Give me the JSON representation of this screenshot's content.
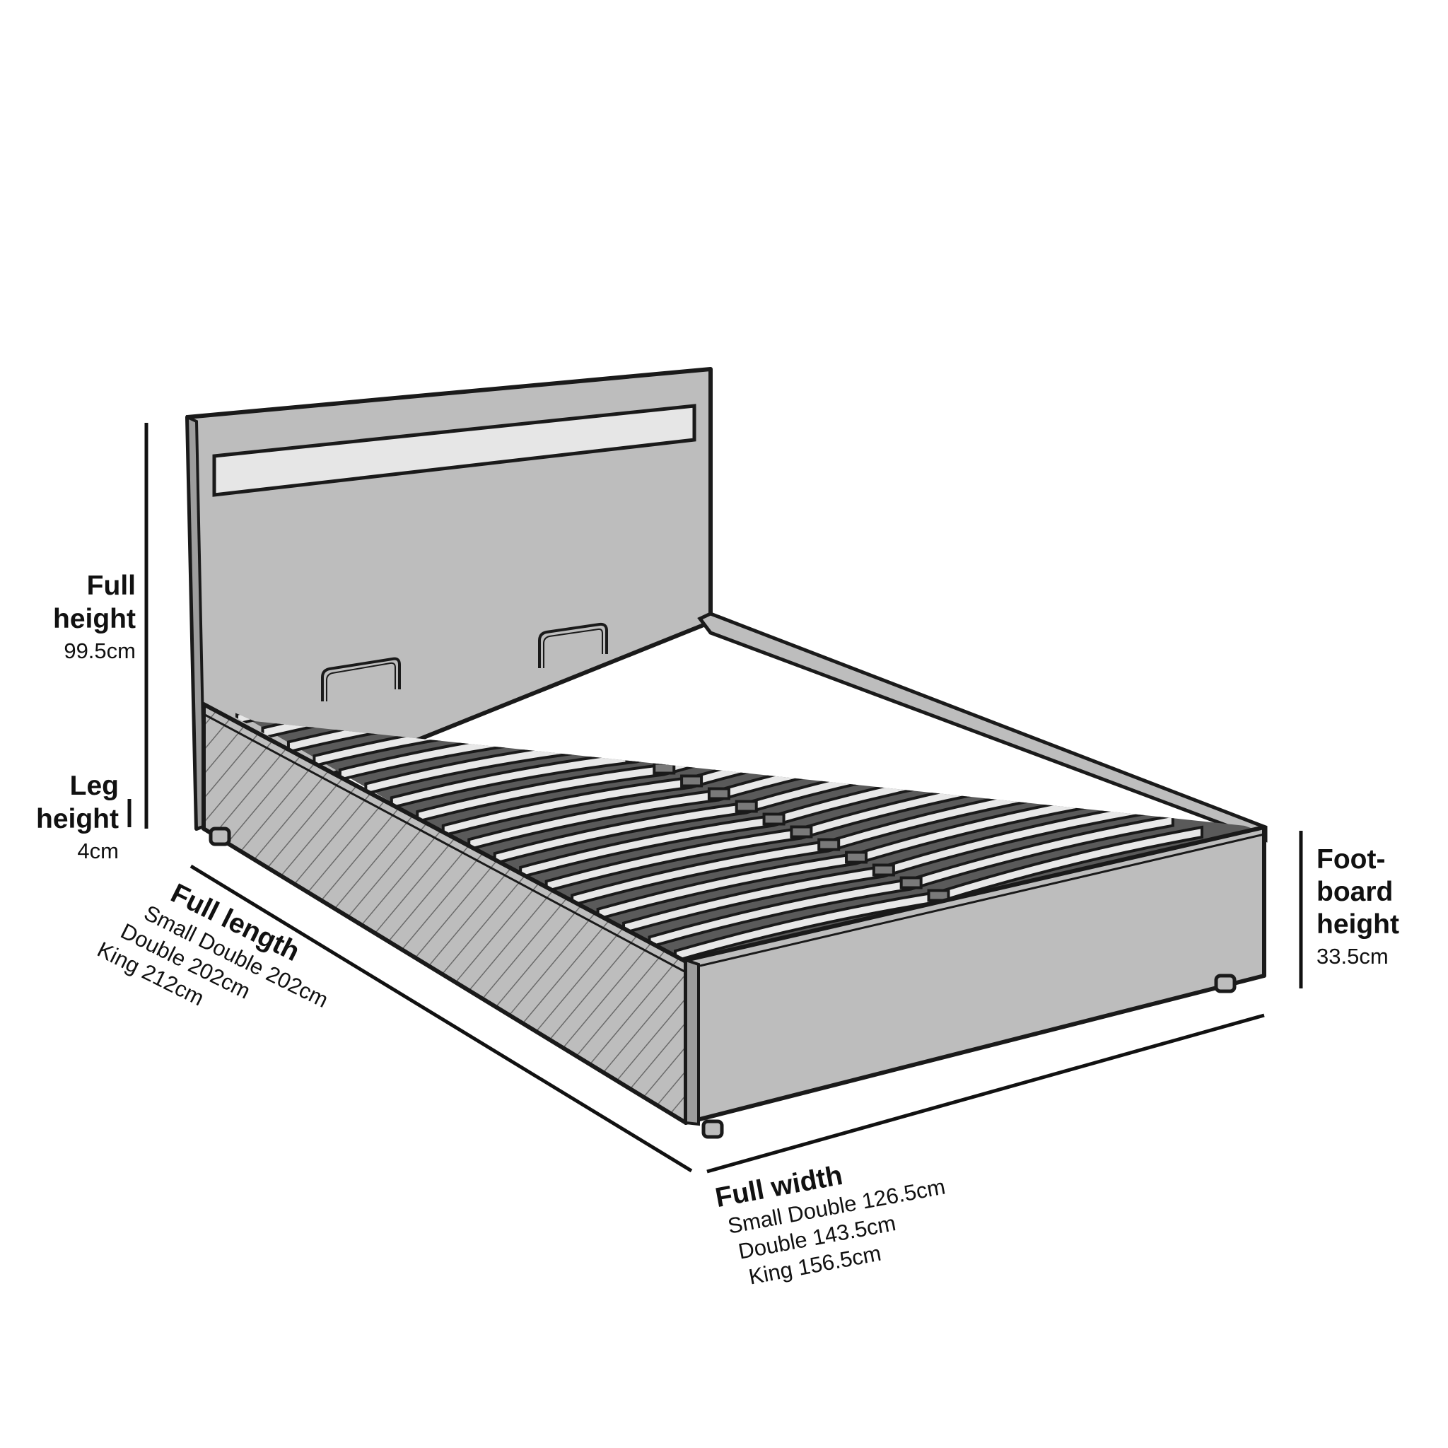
{
  "labels": {
    "full_height": {
      "title_line1": "Full",
      "title_line2": "height",
      "value": "99.5cm"
    },
    "leg_height": {
      "title_line1": "Leg",
      "title_line2": "height",
      "value": "4cm"
    },
    "full_length": {
      "title": "Full length",
      "values": [
        "Small Double 202cm",
        "Double 202cm",
        "King 212cm"
      ]
    },
    "full_width": {
      "title": "Full width",
      "values": [
        "Small Double 126.5cm",
        "Double 143.5cm",
        "King 156.5cm"
      ]
    },
    "footboard_height": {
      "title_line1": "Foot-",
      "title_line2": "board",
      "title_line3": "height",
      "value": "33.5cm"
    }
  },
  "colors": {
    "outline": "#1a1a1a",
    "upholstery": "#bdbdbd",
    "slat": "#e8e8e8",
    "light_strip": "#e6e6e6",
    "background": "#ffffff"
  }
}
